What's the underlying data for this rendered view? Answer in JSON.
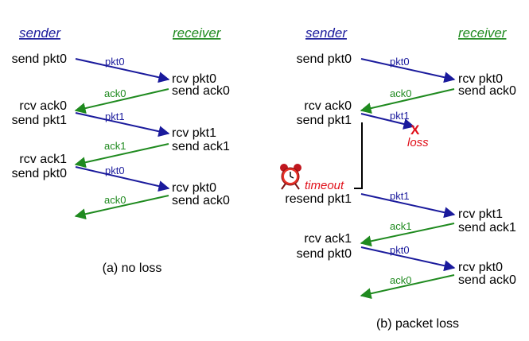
{
  "left": {
    "sender_label": "sender",
    "receiver_label": "receiver",
    "sender_events": [
      "send pkt0",
      "rcv ack0",
      "send pkt1",
      "rcv ack1",
      "send pkt0"
    ],
    "receiver_events": [
      "rcv pkt0",
      "send ack0",
      "rcv pkt1",
      "send ack1",
      "rcv pkt0",
      "send ack0"
    ],
    "messages": [
      "pkt0",
      "ack0",
      "pkt1",
      "ack1",
      "pkt0",
      "ack0"
    ],
    "caption": "(a) no loss"
  },
  "right": {
    "sender_label": "sender",
    "receiver_label": "receiver",
    "sender_events": [
      "send pkt0",
      "rcv ack0",
      "send pkt1",
      "resend pkt1",
      "rcv ack1",
      "send pkt0"
    ],
    "receiver_events": [
      "rcv pkt0",
      "send ack0",
      "rcv pkt1",
      "send ack1",
      "rcv pkt0",
      "send ack0"
    ],
    "messages": [
      "pkt0",
      "ack0",
      "pkt1",
      "pkt1",
      "ack1",
      "pkt0",
      "ack0"
    ],
    "loss_mark": "X",
    "loss_label": "loss",
    "timeout_label": "timeout",
    "caption": "(b) packet loss"
  },
  "colors": {
    "packet": "#1a1a9c",
    "ack": "#1f8a1f",
    "alert": "#e0101a"
  },
  "icons": {
    "timer": "alarm-clock-icon"
  }
}
